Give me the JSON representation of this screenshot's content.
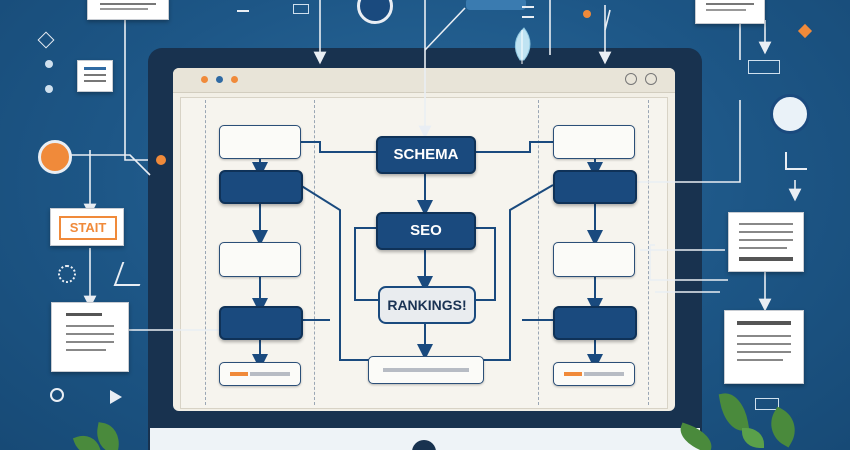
{
  "diagram": {
    "schema_label": "SCHEMA",
    "seo_label": "SEO",
    "rankings_label": "RANKINGS!",
    "start_label": "STAIT"
  },
  "colors": {
    "background": "#1f5a8c",
    "node_navy": "#1a4a7e",
    "accent_orange": "#f08a3a",
    "screen": "#f2efe6"
  }
}
